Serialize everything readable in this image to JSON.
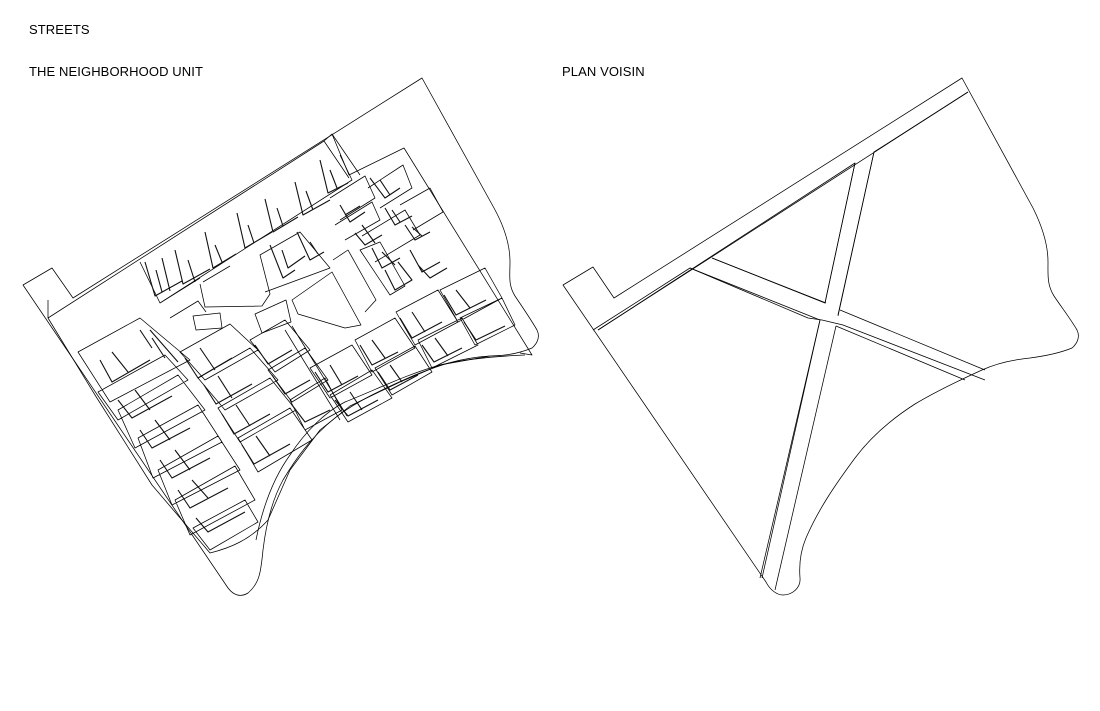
{
  "header": {
    "title": "STREETS"
  },
  "plans": [
    {
      "id": "neighborhood-unit",
      "label": "THE NEIGHBORHOOD UNIT"
    },
    {
      "id": "plan-voisin",
      "label": "PLAN VOISIN"
    }
  ]
}
